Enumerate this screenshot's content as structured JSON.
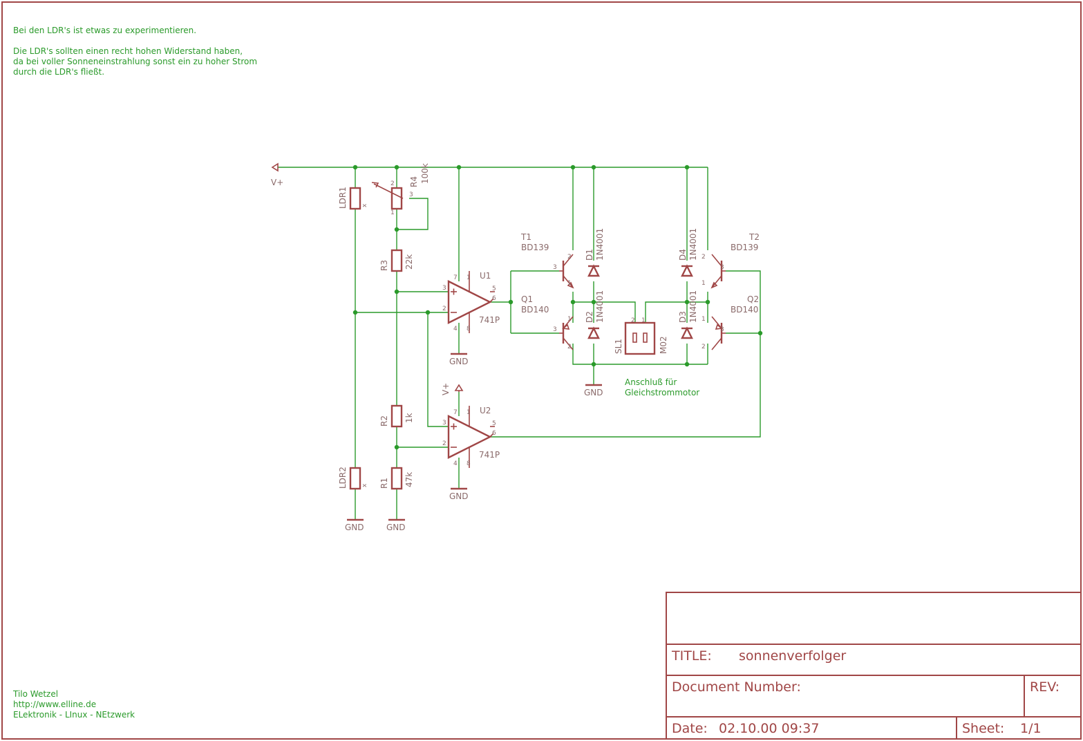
{
  "notes": {
    "line1": "Bei den LDR's ist etwas zu experimentieren.",
    "line2": "Die LDR's sollten einen recht hohen Widerstand haben,",
    "line3": "da bei voller Sonneneinstrahlung sonst ein zu hoher Strom",
    "line4": "durch die LDR's fließt."
  },
  "author": {
    "name": "Tilo Wetzel",
    "url": "http://www.elline.de",
    "slogan": "ELektronik - LInux - NEtzwerk"
  },
  "motor_note": {
    "line1": "Anschluß für",
    "line2": "Gleichstrommotor"
  },
  "title_block": {
    "title_label": "TITLE:",
    "title_value": "sonnenverfolger",
    "docnum_label": "Document Number:",
    "rev_label": "REV:",
    "date_label": "Date:",
    "date_value": "02.10.00 09:37",
    "sheet_label": "Sheet:",
    "sheet_value": "1/1"
  },
  "labels": {
    "vplus": "V+",
    "gnd": "GND",
    "ldr1": "LDR1",
    "ldr1_val": "x",
    "ldr2": "LDR2",
    "ldr2_val": "x",
    "r4": "R4",
    "r4_val": "100k",
    "r3": "R3",
    "r3_val": "22k",
    "r2": "R2",
    "r2_val": "1k",
    "r1": "R1",
    "r1_val": "47k",
    "u1": "U1",
    "u2": "U2",
    "opamp": "741P",
    "t1": "T1",
    "t2": "T2",
    "bd139": "BD139",
    "q1": "Q1",
    "q2": "Q2",
    "bd140": "BD140",
    "d1": "D1",
    "d2": "D2",
    "d3": "D3",
    "d4": "D4",
    "diode": "1N4001",
    "sl1": "SL1",
    "m02": "M02"
  },
  "pins": {
    "p1": "1",
    "p2": "2",
    "p3": "3",
    "p4": "4",
    "p5": "5",
    "p6": "6",
    "p7": "7",
    "p8": "8",
    "plus": "+",
    "minus": "−"
  },
  "colors": {
    "frame": "#a04646",
    "wire": "#2a9a2a",
    "label": "#8a6a6a"
  }
}
